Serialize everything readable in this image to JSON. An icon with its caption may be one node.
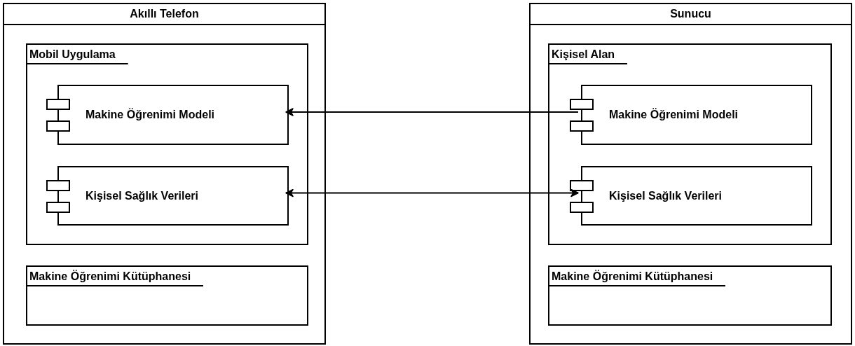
{
  "diagram": {
    "nodes": [
      {
        "text": [
          "Akıllı Telefon"
        ]
      },
      {
        "text": [
          "Mobil Uygulama"
        ],
        "in": 0
      },
      {
        "text": [
          "Makine Öğrenimi Modeli"
        ],
        "in": 1
      },
      {
        "text": [
          "Kişisel Sağlık Verileri"
        ],
        "in": 1
      },
      {
        "text": [
          "Makine Öğrenimi Kütüphanesi"
        ],
        "in": 0
      },
      {
        "text": [
          "Sunucu"
        ]
      },
      {
        "text": [
          "Kişisel Alan"
        ],
        "in": 5
      },
      {
        "text": [
          "Makine Öğrenimi Modeli"
        ],
        "in": 6
      },
      {
        "text": [
          "Kişisel Sağlık Verileri"
        ],
        "in": 6
      },
      {
        "text": [
          "Makine Öğrenimi Kütüphanesi"
        ],
        "in": 5
      }
    ],
    "edges": [
      {
        "from": 7,
        "to": 2,
        "arrow": "to"
      },
      {
        "from": 3,
        "to": 8,
        "arrow": "both"
      }
    ]
  }
}
